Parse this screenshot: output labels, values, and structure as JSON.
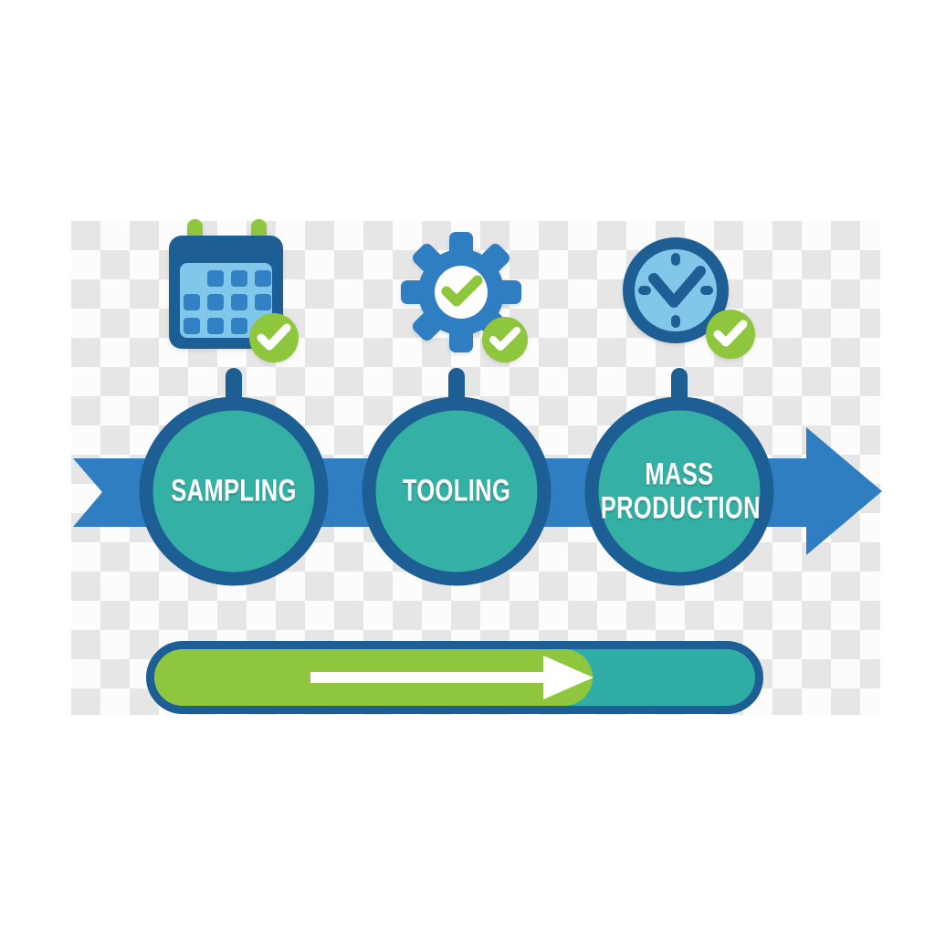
{
  "colors": {
    "dark-blue": "#1d5f94",
    "blue": "#2f7ec2",
    "mid-blue": "#3181c4",
    "light-blue": "#80c7ea",
    "teal": "#34b0a5",
    "teal-bar": "#2fada6",
    "green": "#8ec73d",
    "checker-gray": "#e6e6e6",
    "checker-white": "#fcfcfc",
    "white": "#ffffff"
  },
  "background": "transparency-checkerboard",
  "timeline": {
    "arrow_direction": "right",
    "stages": [
      {
        "label": "SAMPLING",
        "icon": "calendar-check-icon"
      },
      {
        "label": "TOOLING",
        "icon": "gear-check-icon"
      },
      {
        "label": "MASS PRODUCTION",
        "icon": "clock-check-icon"
      }
    ]
  },
  "progress_bar": {
    "percent_complete": 73,
    "green_width": "73%",
    "arrow": "white-right-arrow"
  }
}
